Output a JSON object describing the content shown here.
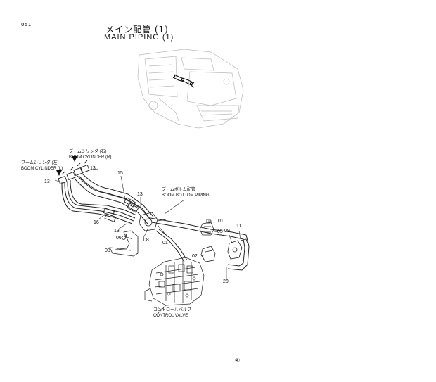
{
  "page": {
    "number": "051",
    "title_jp": "メイン配管 (1)",
    "title_en": "MAIN PIPING (1)",
    "footer_mark": "④"
  },
  "labels": {
    "boom_cyl_r_jp": "ブームシリンダ (右)",
    "boom_cyl_r_en": "BOOM CYLINDER (R)",
    "boom_cyl_l_jp": "ブームシリンダ (左)",
    "boom_cyl_l_en": "BOOM CYLINDER (L)",
    "boom_bottom_jp": "ブームボトム配管",
    "boom_bottom_en": "BOOM BOTTOM PIPING",
    "control_valve_jp": "コントロールバルブ",
    "control_valve_en": "CONTROL VALVE"
  },
  "part_numbers": {
    "p13_top": "13",
    "p13_left": "13",
    "p15": "15",
    "p13_mid": "13",
    "p16": "16",
    "p13_low": "13",
    "p06_left": "06",
    "p03": "03",
    "p08": "08",
    "p01_mid": "01",
    "p01_right": "01",
    "p05": "05",
    "p02": "02",
    "p09": "09",
    "p11": "11",
    "p20": "20"
  }
}
